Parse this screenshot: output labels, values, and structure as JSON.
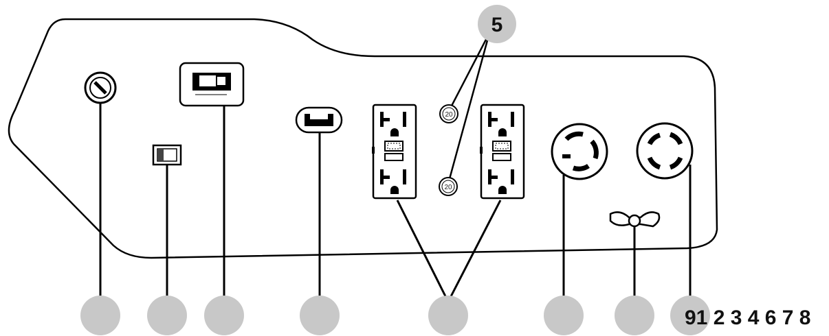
{
  "callouts": {
    "top_number": "5",
    "bottom_sequence": "91 2 3 4 6 7 8"
  },
  "breaker_labels": [
    "20",
    "20"
  ],
  "colors": {
    "outline": "#000000",
    "callout_fill": "#c8c8c8",
    "panel_fill": "#ffffff"
  },
  "icons": [
    "key-switch-icon",
    "rocker-switch-icon",
    "toggle-switch-icon",
    "usb-port-icon",
    "gfci-outlet-icon",
    "circuit-breaker-icon",
    "twist-lock-outlet-icon",
    "ground-terminal-icon"
  ]
}
